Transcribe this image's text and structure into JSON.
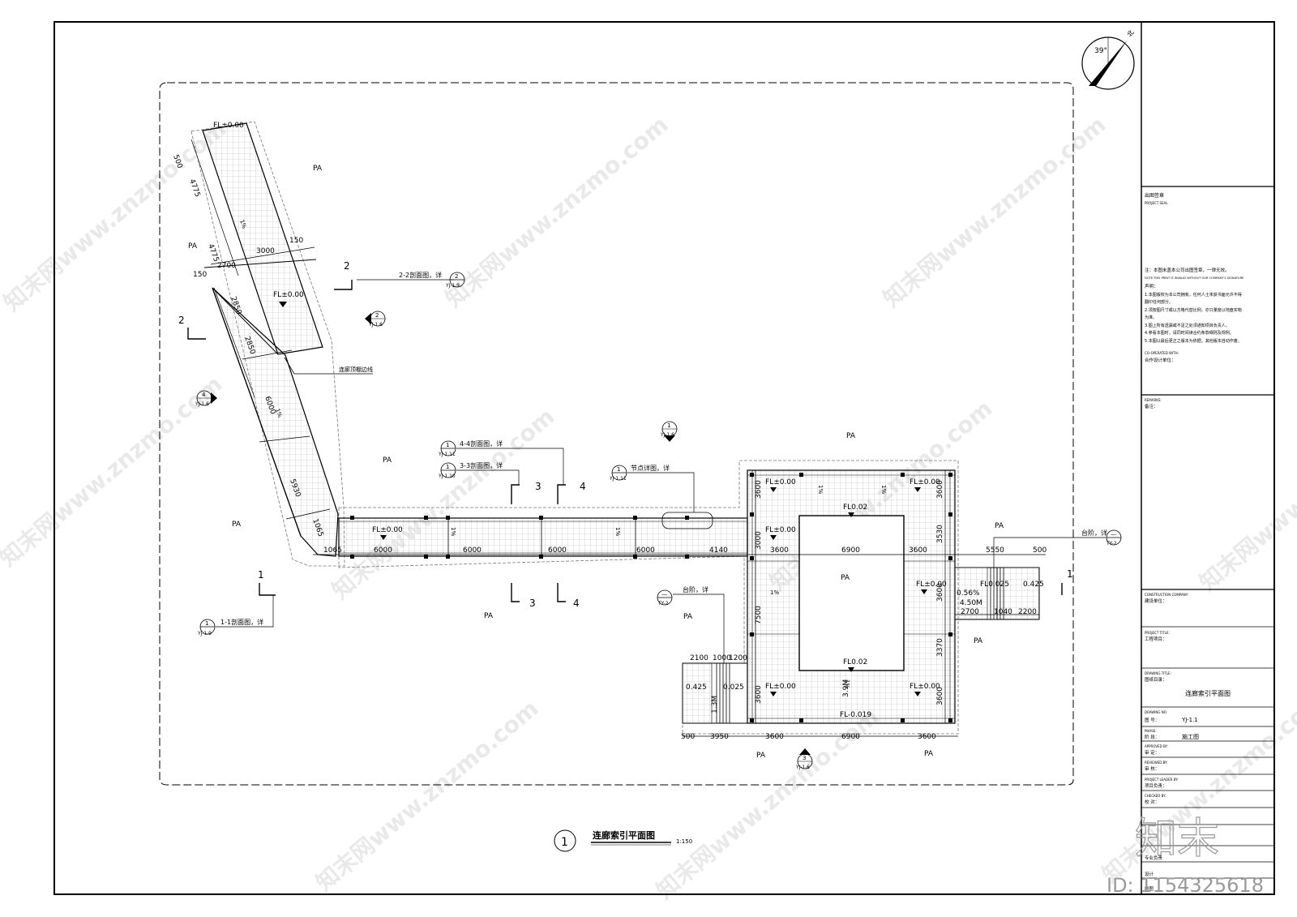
{
  "drawing": {
    "title": "连廊索引平面图",
    "title_number": "1",
    "scale": "1:150",
    "north_angle": "39°",
    "north_label": "北",
    "zone_label": "PA",
    "boundary_line_label": "连廊顶棚边线"
  },
  "levels": {
    "fl_000": "FL±0.00",
    "fl_002": "FL0.02",
    "fl_0025": "FL0.025",
    "fl_neg0019": "FL-0.019",
    "val_0425": "0.425",
    "val_0025": "0.025",
    "slope_1": "1%",
    "slope_056": "0.56%",
    "val_450m": "4.50M",
    "val_39m": "3.9M",
    "val_139m": "1.3M"
  },
  "dimensions": {
    "d500": "500",
    "d4775": "4775",
    "d2700": "2700",
    "d3000": "3000",
    "d150": "150",
    "d2850": "2850",
    "d6000": "6000",
    "d5930": "5930",
    "d1065": "1065",
    "d4140": "4140",
    "d3600": "3600",
    "d6900": "6900",
    "d5550": "5550",
    "d3530": "3530",
    "d7500": "7500",
    "d3370": "3370",
    "d2200": "2200",
    "d1040": "1040",
    "d2100": "2100",
    "d1000": "1000",
    "d1200": "1200",
    "d3950": "3950"
  },
  "callouts": {
    "c22": {
      "text": "2-2剖面图，详",
      "num": "2",
      "ref": "YJ-1.9"
    },
    "c44": {
      "text": "4-4剖面图，详",
      "num": "1",
      "ref": "YJ-1.11"
    },
    "c33": {
      "text": "3-3剖面图，详",
      "num": "1",
      "ref": "YJ-1.10"
    },
    "cnode": {
      "text": "节点详图，详",
      "num": "1",
      "ref": "YJ-1.11"
    },
    "c11": {
      "text": "1-1剖面图，详",
      "num": "1",
      "ref": "YJ-1.9"
    },
    "cstep1": {
      "text": "台阶，详",
      "num": "—",
      "ref": "TY-2"
    },
    "cstep2": {
      "text": "台阶，详",
      "num": "—",
      "ref": "TY-2"
    },
    "elev2": {
      "num": "2",
      "ref": "YJ-1.6"
    },
    "elev4": {
      "num": "4",
      "ref": "YJ-1.6"
    },
    "elev1": {
      "num": "1",
      "ref": "YJ-1.6"
    },
    "elev3": {
      "num": "3",
      "ref": "YJ-1.6"
    }
  },
  "section_marks": {
    "s1": "1",
    "s2": "2",
    "s3": "3",
    "s4": "4"
  },
  "title_block": {
    "project_seal_cn": "出图签章",
    "project_seal_en": "PROJECT SEAL",
    "seal_note_cn": "注：本图未盖本公司出图签章，一律无效。",
    "seal_note_en": "NOTE:THIS PRINT IS INVALID WITHOUT OUR COMPANY'S SIGNATURE",
    "declaration_title": "声明：",
    "declarations": [
      "1.本图版权为本公司拥有，任何人士未获书面允许不得",
      "  翻印任何部分。",
      "2.须按图尺寸或以方格代替比例，亦只量度以地盘实物",
      "  为准。",
      "3.图上所有透漏或不足之处须通知项目负责人。",
      "4.参看本图时，请同时阅读合约条款细则及规例。",
      "5.本图以最后更正之版本为依据，其他版本自动作废。"
    ],
    "co_operated_en": "CO-OPERATED WITH:",
    "co_operated_cn": "合作设计单位：",
    "remarks_en": "REMARKS:",
    "remarks_cn": "备注：",
    "construction_en": "CONSTRUCTION COMPANY:",
    "construction_cn": "建设单位：",
    "project_title_en": "PROJECT TITLE:",
    "project_title_cn": "工程项目：",
    "drawing_title_en": "DRAWING TITLE:",
    "drawing_title_cn": "图纸目录：",
    "drawing_title_value": "连廊索引平面图",
    "drawing_no_en": "DRAWING NO.",
    "drawing_no_cn": "图 号：",
    "drawing_no_value": "YJ-1.1",
    "phase_en": "PHASE:",
    "phase_cn": "阶 段：",
    "phase_value": "施工图",
    "approved_en": "APPROVED BY:",
    "approved_cn": "审 定：",
    "reviewed_en": "REVIEWED BY:",
    "reviewed_cn": "审 核：",
    "leader_en": "PROJECT LEADER BY:",
    "leader_cn": "项目负责：",
    "checked_en": "CHECKED BY:",
    "checked_cn": "校 对：",
    "discipline_cn": "专业负责",
    "design_cn": "设计",
    "drawn_cn": "制图"
  },
  "watermark": {
    "text": "知末网www.znzmo.com",
    "logo": "知末",
    "id": "ID: 1154325618"
  }
}
